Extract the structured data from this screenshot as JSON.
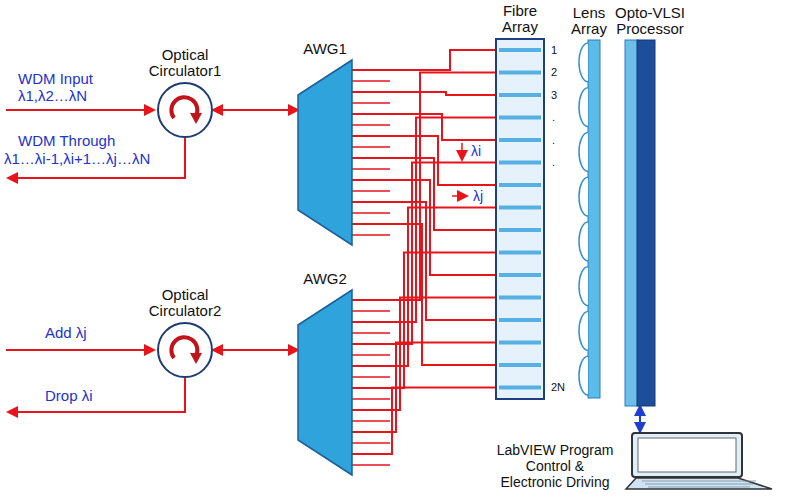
{
  "diagram": {
    "nodes": [
      {
        "text": [
          "Optical Circulator1"
        ]
      },
      {
        "text": [
          "AWG1"
        ]
      },
      {
        "text": [
          "Fibre Array"
        ]
      },
      {
        "text": [
          "Lens Array"
        ]
      },
      {
        "text": [
          "Opto-VLSI Processor"
        ]
      },
      {
        "text": [
          "Optical Circulator2"
        ]
      },
      {
        "text": [
          "AWG2"
        ]
      },
      {
        "text": [
          "LabVIEW Program Control & Electronic Driving"
        ]
      }
    ],
    "edges": [
      {
        "from": 0,
        "to": 1,
        "arrow": "both"
      },
      {
        "from": 1,
        "to": 2,
        "arrow": "none"
      },
      {
        "from": 6,
        "to": 2,
        "arrow": "none"
      },
      {
        "from": 5,
        "to": 6,
        "arrow": "both"
      },
      {
        "from": 4,
        "to": 7,
        "arrow": "both"
      }
    ],
    "labels": [
      "WDM Input",
      "λ1,λ2…λN",
      "WDM Through",
      "λ1…λi-1,λi+1…λj…λN",
      "Add λj",
      "Drop λi",
      "λi",
      "λj",
      "1",
      "2",
      "3",
      ".",
      ".",
      ".",
      "2N"
    ]
  }
}
